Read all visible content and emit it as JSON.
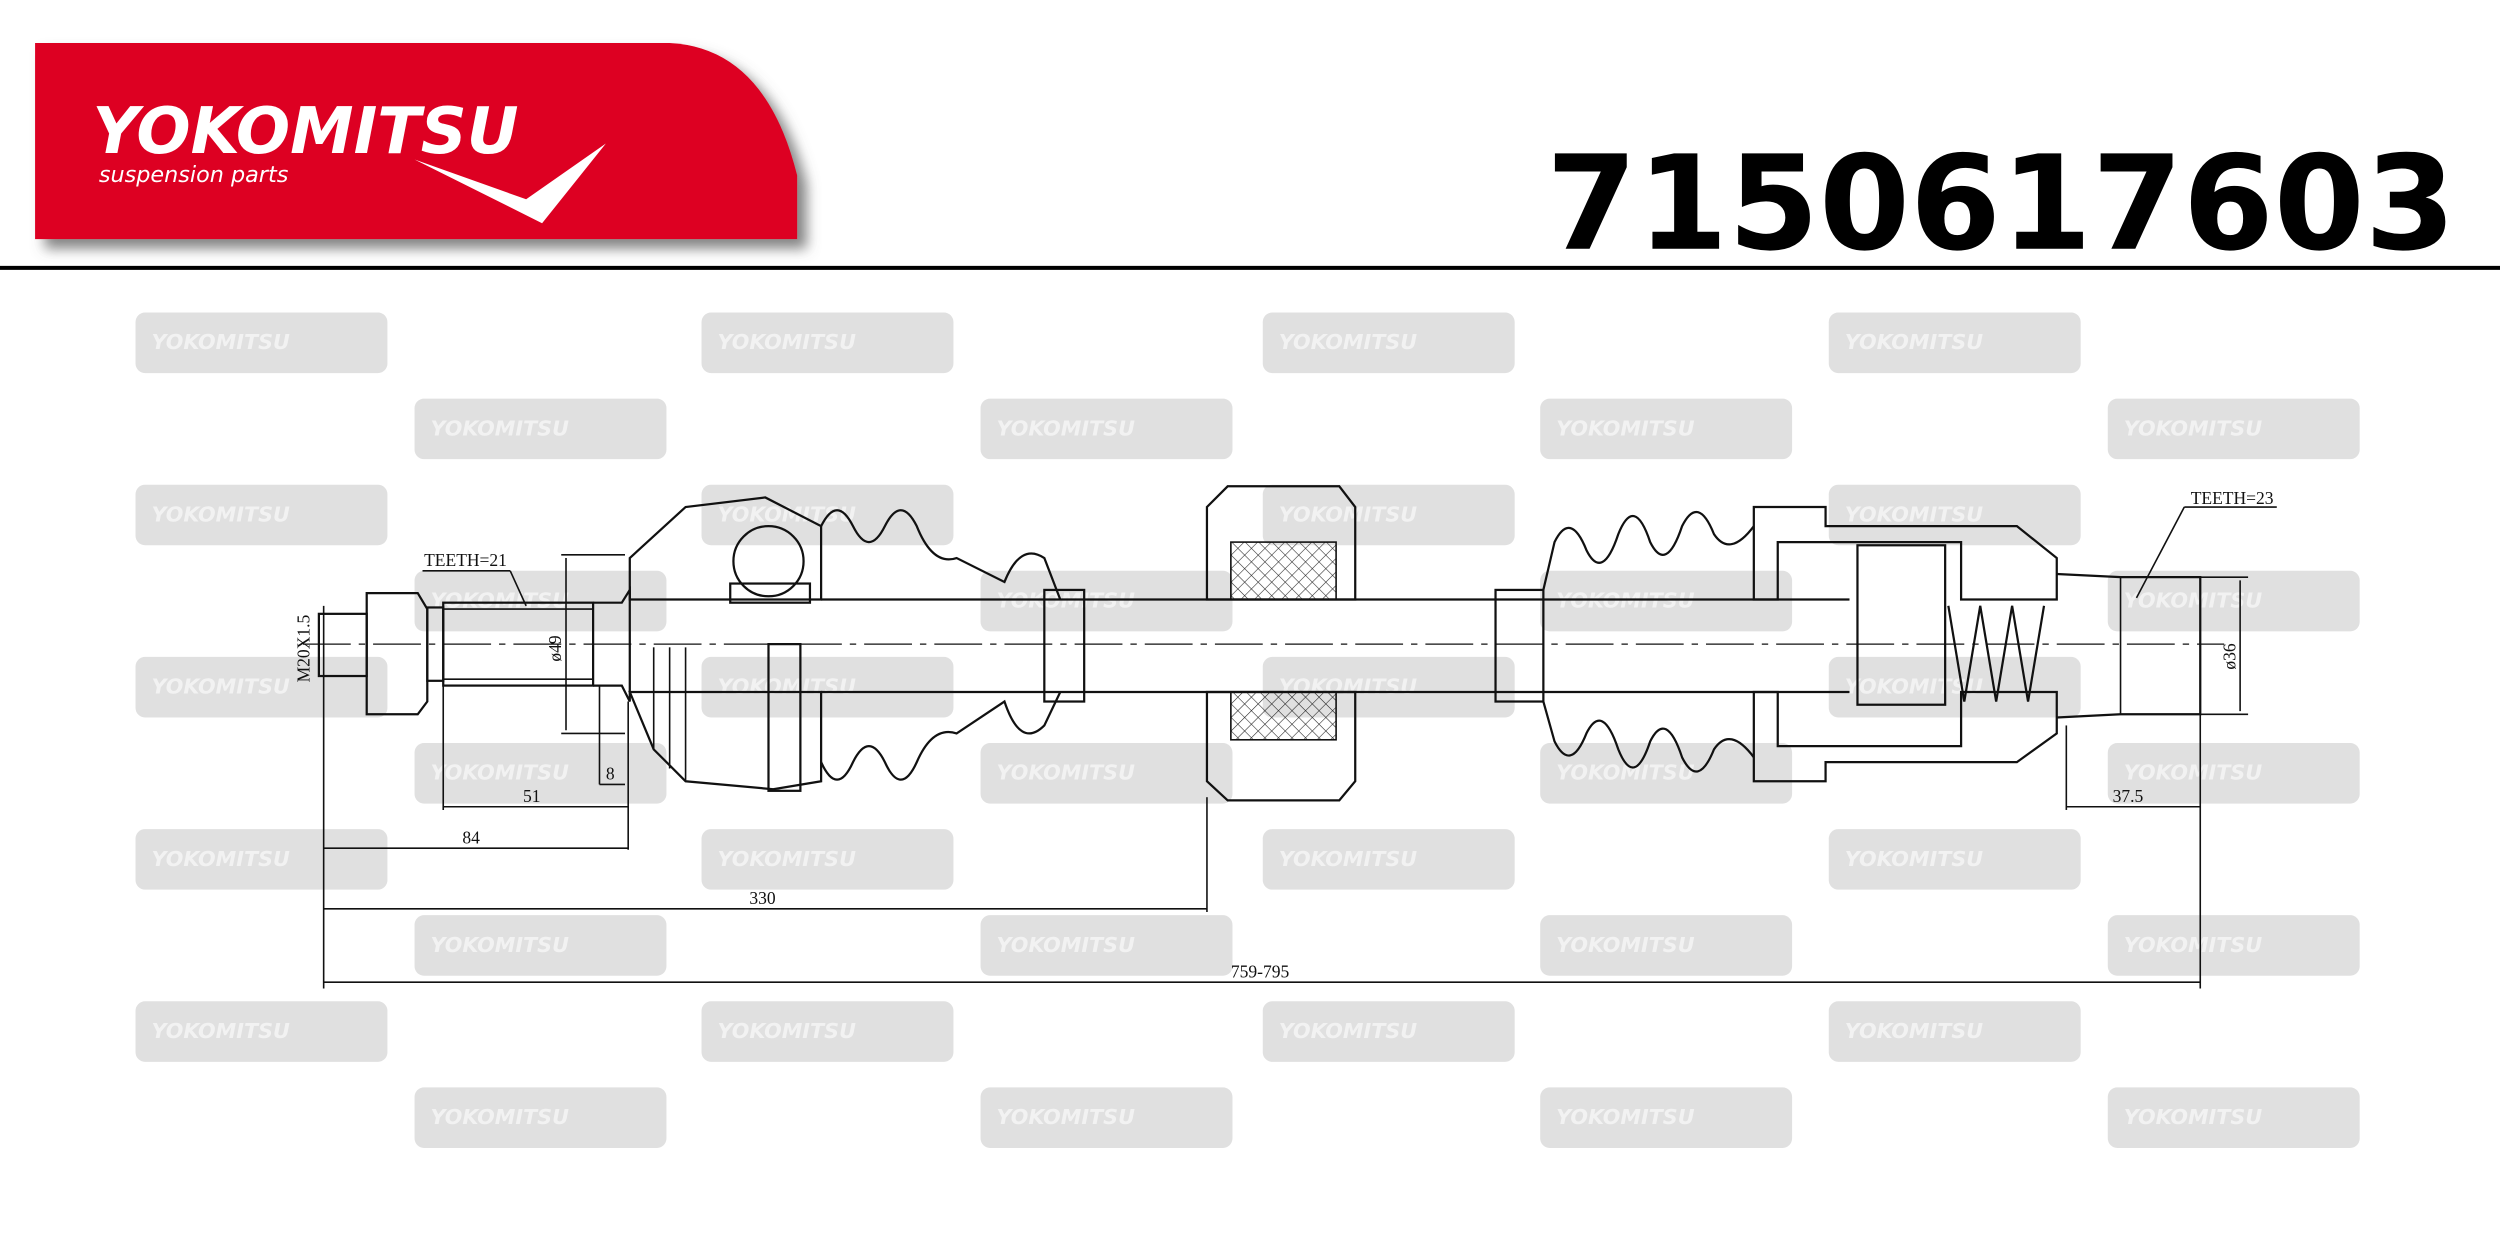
{
  "brand": {
    "name": "YOKOMITSU",
    "tagline": "suspension parts",
    "color": "#dd0024"
  },
  "part_number": "7150617603",
  "watermark": "YOKOMITSU",
  "drawing": {
    "labels": {
      "teeth_left": "TEETH=21",
      "thread": "M20X1.5",
      "diameter_left": "ø49",
      "teeth_right": "TEETH=23",
      "diameter_right": "ø36"
    },
    "dimensions": {
      "d8": "8",
      "d51": "51",
      "d84": "84",
      "d330": "330",
      "total": "759-795",
      "d37_5": "37.5"
    }
  }
}
